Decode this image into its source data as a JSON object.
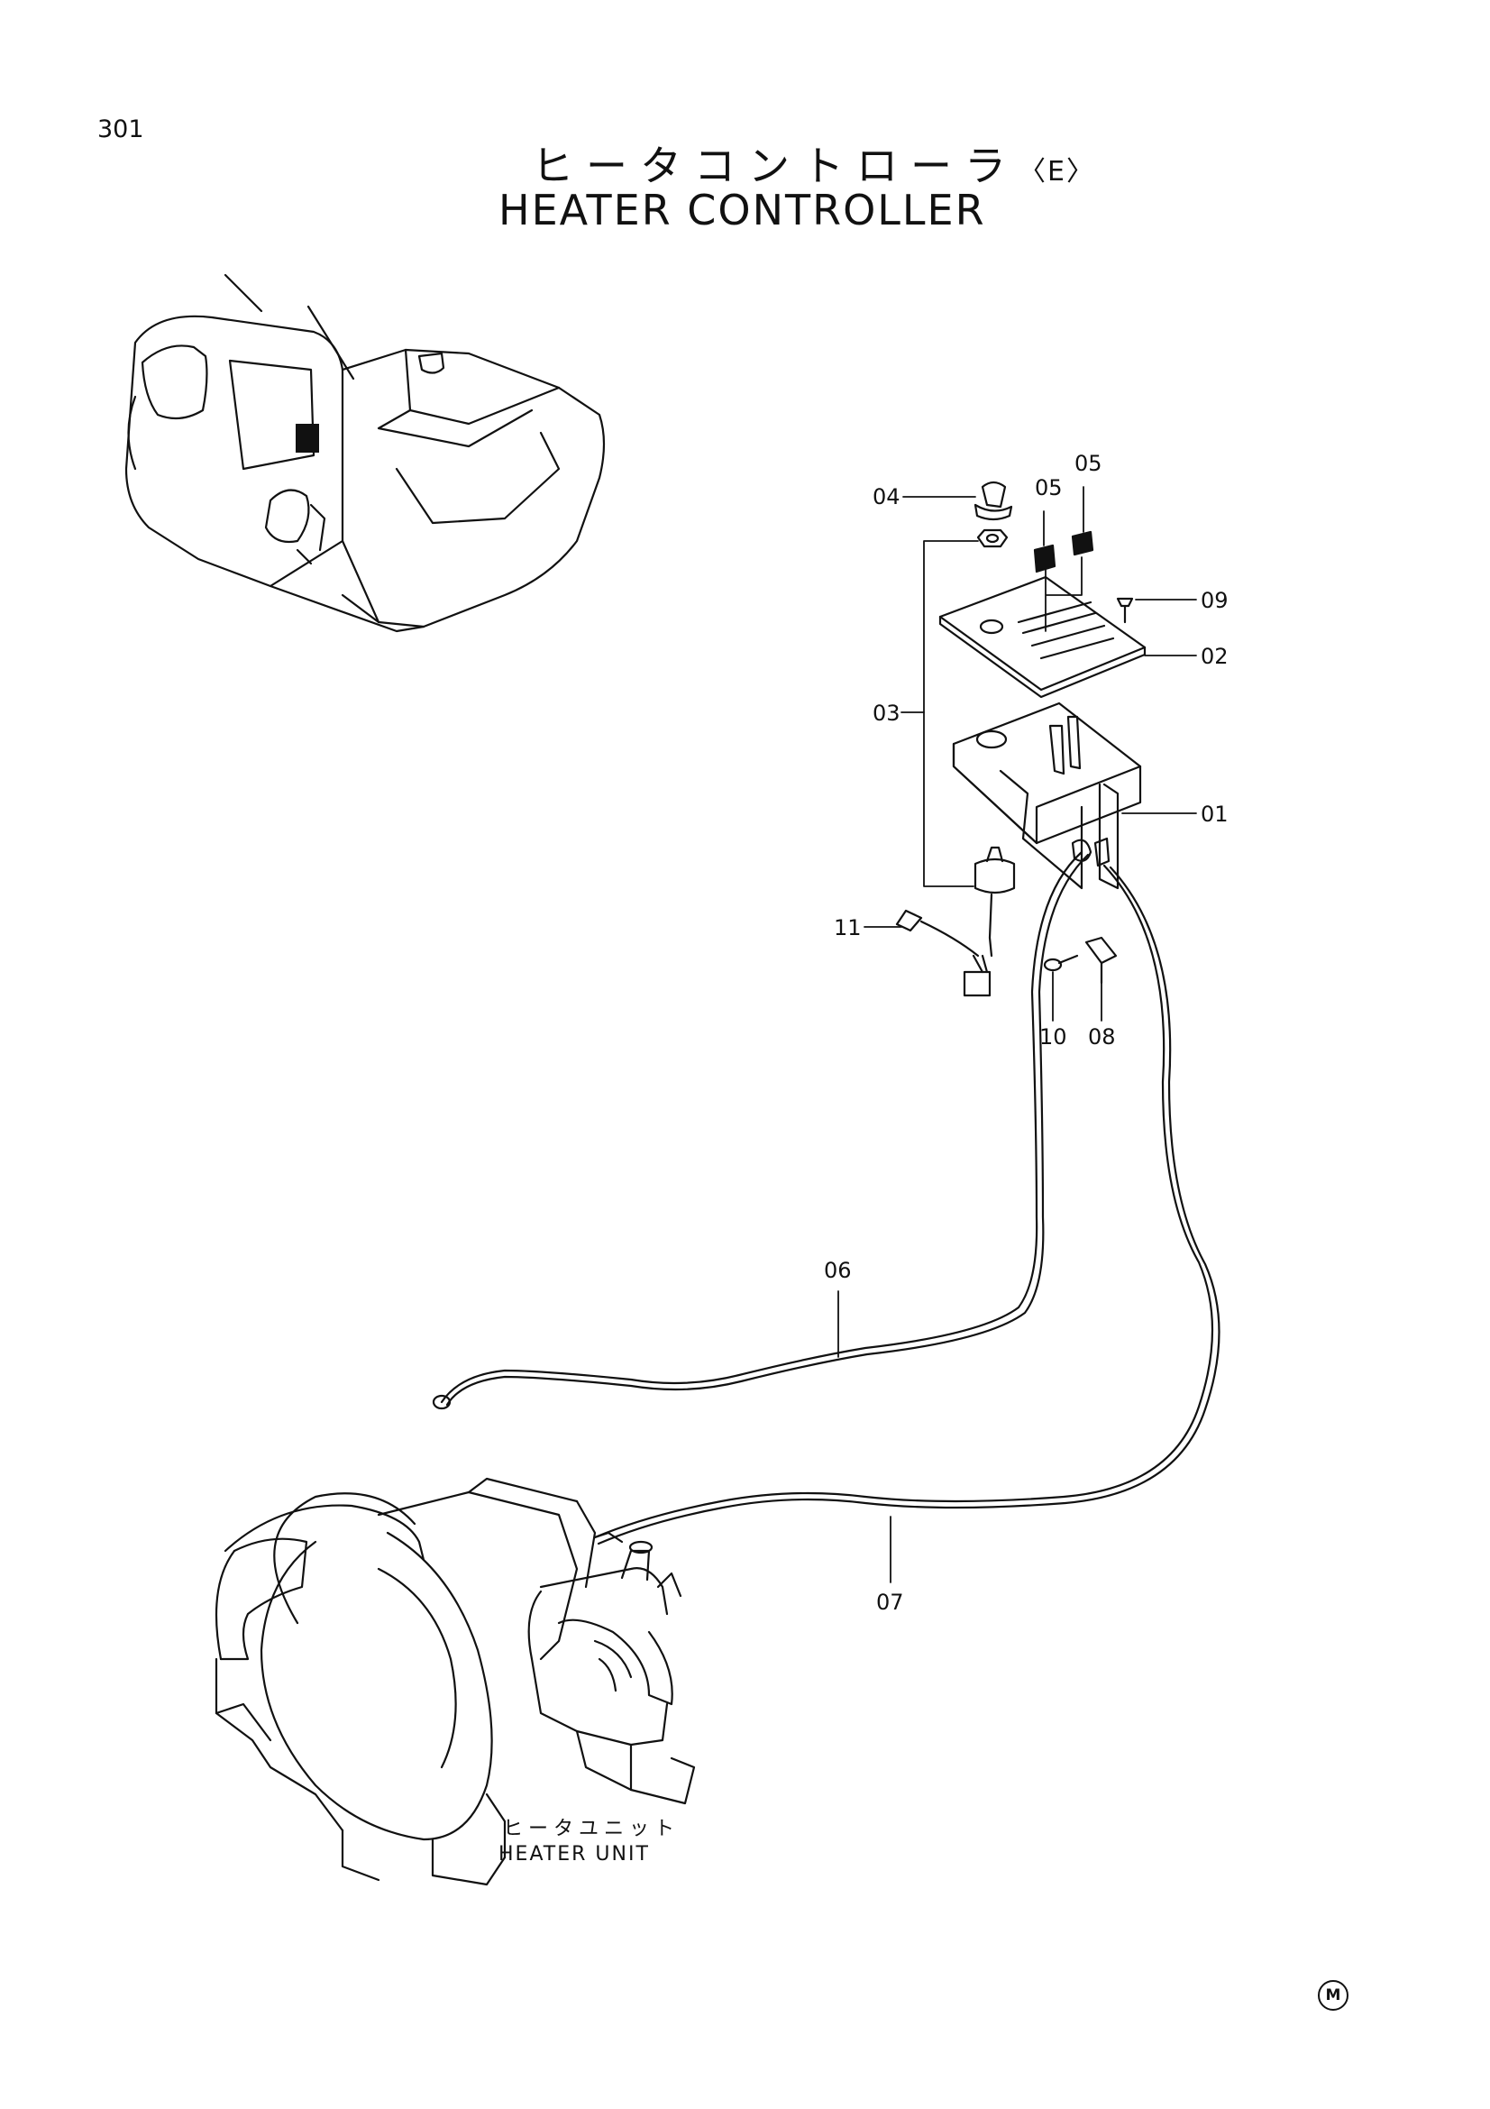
{
  "page": {
    "number": "301",
    "title_jp": "ヒータコントローラ",
    "title_variant": "〈E〉",
    "title_en": "HEATER CONTROLLER",
    "unit_caption_jp": "ヒータユニット",
    "unit_caption_en": "HEATER UNIT",
    "mark": "M"
  },
  "parts": {
    "p01": "01",
    "p02": "02",
    "p03": "03",
    "p04": "04",
    "p05a": "05",
    "p05b": "05",
    "p06": "06",
    "p07": "07",
    "p08": "08",
    "p09": "09",
    "p10": "10",
    "p11": "11"
  },
  "colors": {
    "ink": "#111111",
    "paper": "#ffffff"
  }
}
